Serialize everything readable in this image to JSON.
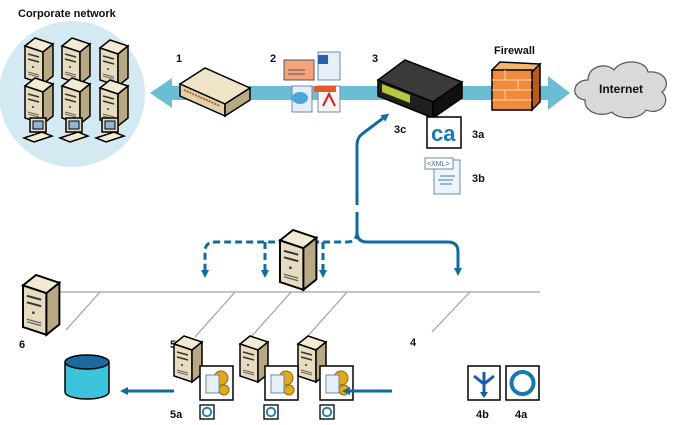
{
  "labels": {
    "corporate_network": "Corporate network",
    "n1": "1",
    "n2": "2",
    "n3": "3",
    "n3a": "3a",
    "n3b": "3b",
    "n3c": "3c",
    "firewall": "Firewall",
    "internet": "Internet",
    "n4": "4",
    "n4a": "4a",
    "n4b": "4b",
    "n5": "5",
    "n5a": "5a",
    "n6": "6",
    "ca_logo": "ca",
    "xml_doc": "<XML>"
  },
  "colors": {
    "network_circle": "#d3eaf2",
    "flow_arrow": "#6bbdd3",
    "control_arrow": "#0e6c9f",
    "bus_line": "#a0a0a0",
    "firewall": "#f08a3c",
    "appliance": "#2a2a2a"
  },
  "icons": [
    "server-icon",
    "workstation-icon",
    "switch-icon",
    "email-icon",
    "word-doc-icon",
    "chat-doc-icon",
    "pdf-icon",
    "appliance-icon",
    "firewall-icon",
    "cloud-icon",
    "ca-logo-icon",
    "xml-doc-icon",
    "database-icon",
    "config-doc-icon",
    "ring-icon",
    "split-arrow-icon"
  ]
}
